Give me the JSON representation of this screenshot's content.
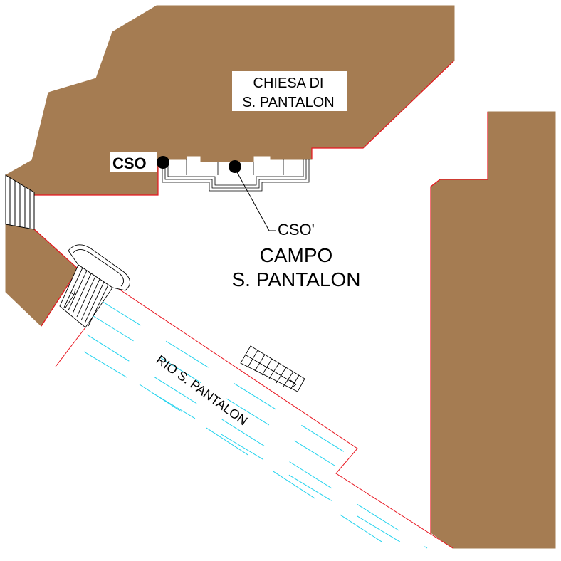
{
  "colors": {
    "building_fill": "#a57c52",
    "building_edge": "#e8141e",
    "canal_line": "#22d3ee",
    "ink": "#000000",
    "background": "#ffffff"
  },
  "labels": {
    "church_line1": "CHIESA DI",
    "church_line2": "S. PANTALON",
    "campo_line1": "CAMPO",
    "campo_line2": "S. PANTALON",
    "canal": "RIO S. PANTALON",
    "marker_cso": "CSO",
    "marker_cso_prime": "CSO'"
  },
  "markers": [
    {
      "id": "cso",
      "label": "CSO"
    },
    {
      "id": "cso-prime",
      "label": "CSO'"
    }
  ]
}
